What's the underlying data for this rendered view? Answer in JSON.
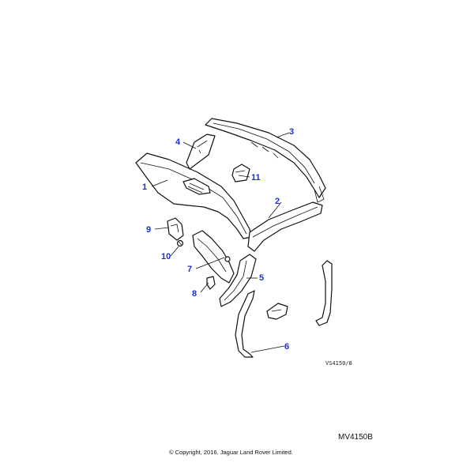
{
  "callouts": [
    {
      "id": "c1",
      "label": "1"
    },
    {
      "id": "c2",
      "label": "2"
    },
    {
      "id": "c3",
      "label": "3"
    },
    {
      "id": "c4",
      "label": "4"
    },
    {
      "id": "c5",
      "label": "5"
    },
    {
      "id": "c6",
      "label": "6"
    },
    {
      "id": "c7",
      "label": "7"
    },
    {
      "id": "c8",
      "label": "8"
    },
    {
      "id": "c9",
      "label": "9"
    },
    {
      "id": "c10",
      "label": "10"
    },
    {
      "id": "c11",
      "label": "11"
    }
  ],
  "drawing_ref": "VS4150/8",
  "diagram_code": "MV4150B",
  "copyright": "© Copyright, 2016. Jaguar Land Rover Limited.",
  "colors": {
    "callout": "#1a2fd6",
    "line": "#111111",
    "background": "#ffffff"
  }
}
